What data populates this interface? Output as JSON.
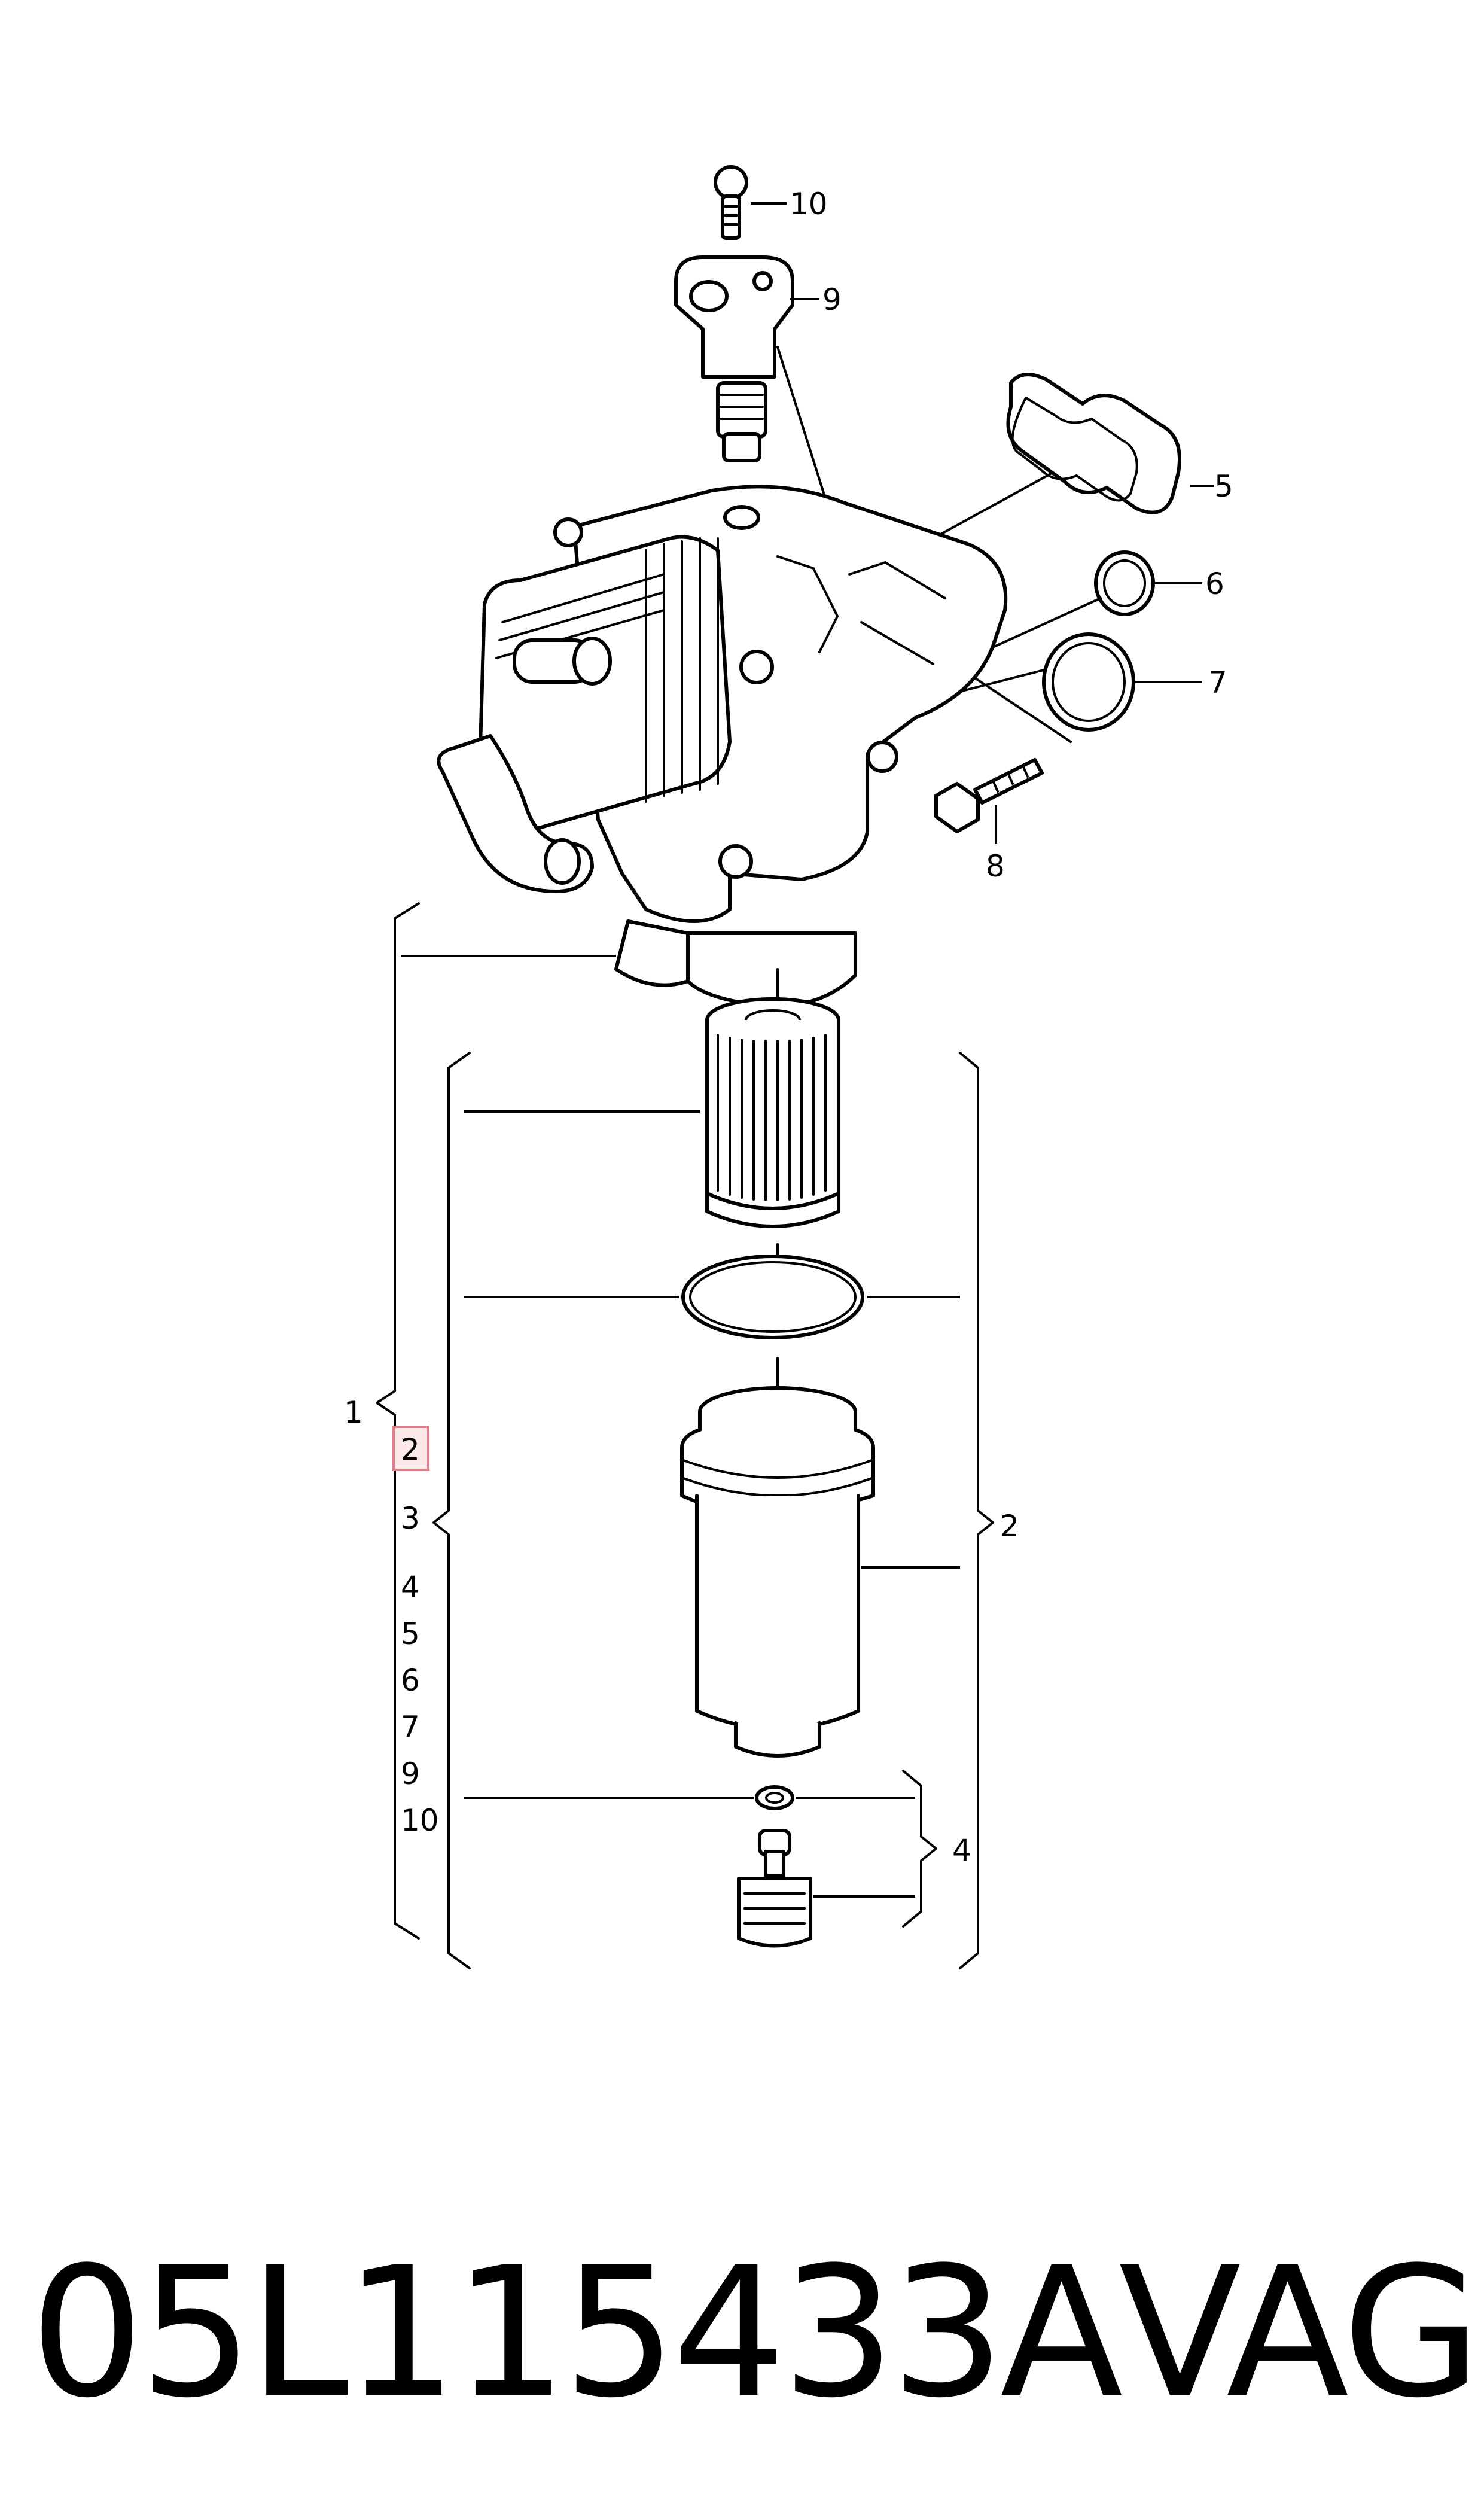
{
  "callouts": {
    "c10": "10",
    "c9": "9",
    "c5": "5",
    "c6": "6",
    "c7": "7",
    "c8": "8",
    "c1": "1",
    "c2_right": "2",
    "c4_right": "4"
  },
  "index_list": [
    "2",
    "3",
    "4",
    "5",
    "6",
    "7",
    "9",
    "10"
  ],
  "footer": {
    "part_number": "05L115433A",
    "brand": "VAG"
  },
  "colors": {
    "line": "#000000",
    "highlight_fill": "#fde8ea",
    "highlight_border": "#e0808c"
  }
}
